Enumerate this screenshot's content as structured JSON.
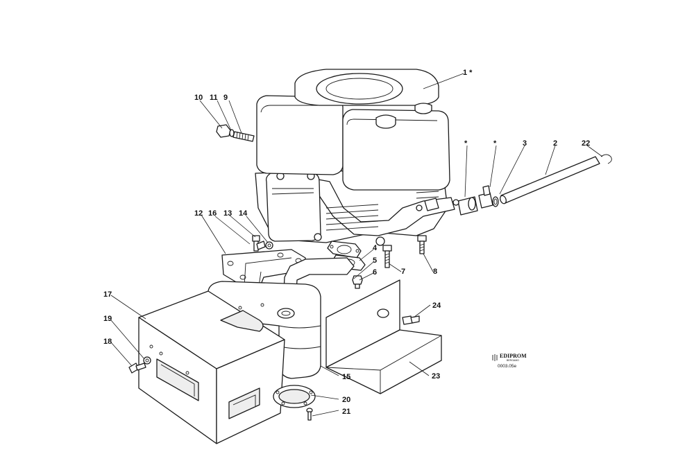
{
  "callouts": {
    "c1": "1 *",
    "c2": "2",
    "c3": "3",
    "c4": "4",
    "c5": "5",
    "c6": "6",
    "c7": "7",
    "c8": "8",
    "c9": "9",
    "c10": "10",
    "c11": "11",
    "c12": "12",
    "c13": "13",
    "c14": "14",
    "c15": "15",
    "c16": "16",
    "c17": "17",
    "c18": "18",
    "c19": "19",
    "c20": "20",
    "c21": "21",
    "c22": "22",
    "c23": "23",
    "c24": "24",
    "star_a": "*",
    "star_b": "*"
  },
  "logo": {
    "brand": "EDIPROM",
    "city": "BERGAMO"
  },
  "drawing_code": "0003.05e"
}
